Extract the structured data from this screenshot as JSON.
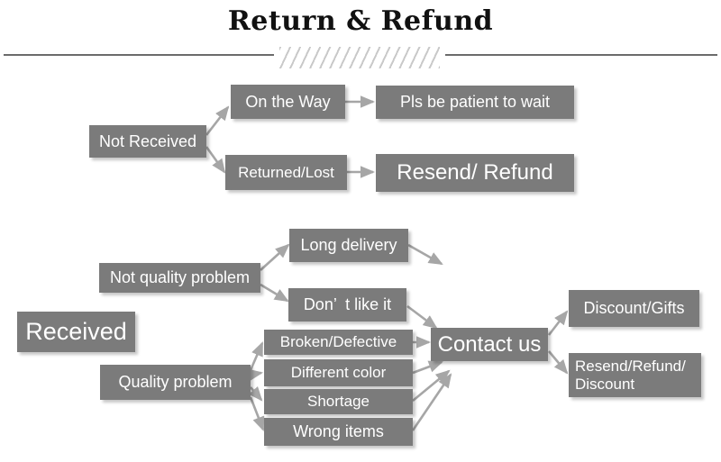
{
  "header": {
    "title": "Return & Refund",
    "divider_icon": "diagonal-hatch-divider"
  },
  "colors": {
    "node_fill": "#7b7b7b",
    "node_text": "#ffffff",
    "arrow": "#a6a6a6",
    "rule": "#6b6b6b",
    "hatch": "#c9c9c9",
    "title_text": "#111111",
    "background": "#ffffff"
  },
  "diagram": {
    "type": "flowchart",
    "branches": [
      {
        "id": "not-received",
        "root": "Not Received",
        "steps": [
          {
            "label": "On the Way",
            "outcome": "Pls be patient to wait"
          },
          {
            "label": "Returned/Lost",
            "outcome": "Resend/ Refund"
          }
        ]
      },
      {
        "id": "received",
        "root": "Received",
        "categories": [
          {
            "label": "Not quality problem",
            "reasons": [
              "Long delivery",
              "Don’  t like it"
            ]
          },
          {
            "label": "Quality problem",
            "reasons": [
              "Broken/Defective",
              "Different color",
              "Shortage",
              "Wrong items"
            ]
          }
        ],
        "hub": "Contact us",
        "resolutions": [
          "Discount/Gifts",
          "Resend/Refund/\nDiscount"
        ]
      }
    ]
  },
  "nodes": {
    "not_received": "Not Received",
    "on_the_way": "On the Way",
    "pls_be_patient": "Pls be patient to wait",
    "returned_lost": "Returned/Lost",
    "resend_refund": "Resend/ Refund",
    "received": "Received",
    "not_quality_problem": "Not quality problem",
    "quality_problem": "Quality problem",
    "long_delivery": "Long delivery",
    "dont_like_it": "Don’  t like it",
    "broken_defective": "Broken/Defective",
    "different_color": "Different color",
    "shortage": "Shortage",
    "wrong_items": "Wrong items",
    "contact_us": "Contact us",
    "discount_gifts": "Discount/Gifts",
    "resend_refund_discount": "Resend/Refund/\nDiscount"
  }
}
